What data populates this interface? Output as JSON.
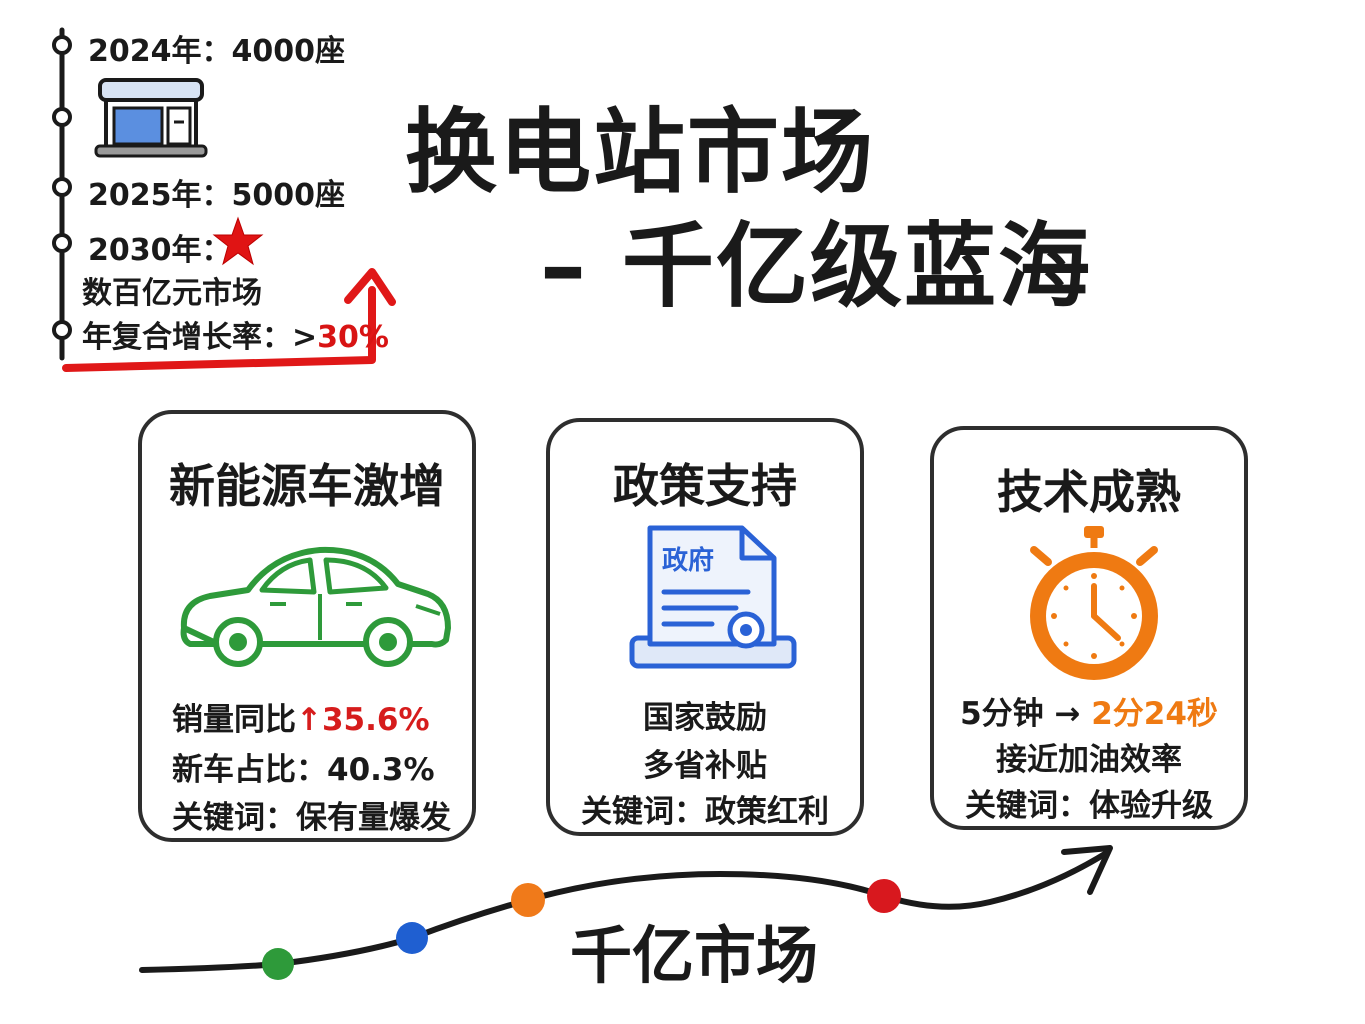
{
  "timeline": {
    "item1": "2024年：4000座",
    "item2": "2025年：5000座",
    "item3_prefix": "2030年：",
    "item3_detail": "数百亿元市场",
    "item4_prefix": "年复合增长率：>",
    "item4_value": "30%",
    "icons": [
      "station-icon",
      "star-icon"
    ]
  },
  "title": {
    "line1": "换电站市场",
    "line2": "– 千亿级蓝海"
  },
  "cards": [
    {
      "title": "新能源车激增",
      "line1_prefix": "销量同比",
      "line1_value": "↑35.6%",
      "line2": "新车占比：40.3%",
      "line3": "关键词：保有量爆发",
      "icon": "car-icon"
    },
    {
      "title": "政策支持",
      "doc_label": "政府",
      "line1": "国家鼓励",
      "line2": "多省补贴",
      "line3": "关键词：政策红利",
      "icon": "government-document-icon"
    },
    {
      "title": "技术成熟",
      "line1_prefix": "5分钟 → ",
      "line1_value": "2分24秒",
      "line2": "接近加油效率",
      "line3": "关键词：体验升级",
      "icon": "stopwatch-icon"
    }
  ],
  "bottom": {
    "label": "千亿市场",
    "dot_colors": [
      "#2e9a3a",
      "#1f5fd1",
      "#f07a1a",
      "#d8181e"
    ]
  },
  "colors": {
    "accent_red": "#d81414",
    "green": "#2e9a3a",
    "blue": "#2a62d6",
    "orange": "#ef7a12"
  }
}
